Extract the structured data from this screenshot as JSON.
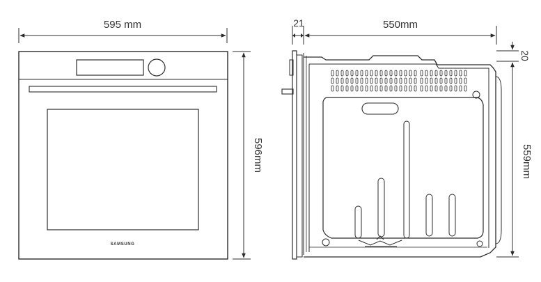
{
  "front_view": {
    "width_label": "595 mm",
    "height_label": "596mm",
    "brand": "SAMSUNG"
  },
  "side_view": {
    "door_depth_label": "21",
    "body_depth_label": "550mm",
    "top_offset_label": "20",
    "body_height_label": "559mm"
  },
  "colors": {
    "line": "#2b2b2b",
    "text": "#333333",
    "background": "#ffffff"
  }
}
